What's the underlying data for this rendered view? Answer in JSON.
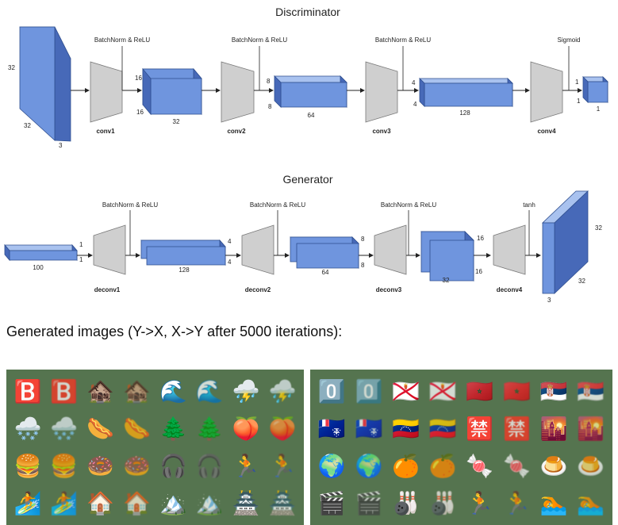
{
  "discriminator": {
    "title": "Discriminator",
    "input_dims": [
      "32",
      "32",
      "3"
    ],
    "layers": [
      {
        "op": "BatchNorm & ReLU",
        "name": "conv1",
        "out_dims": [
          "16",
          "16",
          "32"
        ]
      },
      {
        "op": "BatchNorm & ReLU",
        "name": "conv2",
        "out_dims": [
          "8",
          "8",
          "64"
        ]
      },
      {
        "op": "BatchNorm & ReLU",
        "name": "conv3",
        "out_dims": [
          "4",
          "4",
          "128"
        ]
      },
      {
        "op": "Sigmoid",
        "name": "conv4",
        "out_dims": [
          "1",
          "1",
          "1"
        ]
      }
    ]
  },
  "generator": {
    "title": "Generator",
    "input_dims": [
      "1",
      "1",
      "100"
    ],
    "layers": [
      {
        "op": "BatchNorm & ReLU",
        "name": "deconv1",
        "out_dims": [
          "4",
          "4",
          "128"
        ]
      },
      {
        "op": "BatchNorm & ReLU",
        "name": "deconv2",
        "out_dims": [
          "8",
          "8",
          "64"
        ]
      },
      {
        "op": "BatchNorm & ReLU",
        "name": "deconv3",
        "out_dims": [
          "16",
          "16",
          "32"
        ]
      },
      {
        "op": "tanh",
        "name": "deconv4",
        "out_dims": [
          "32",
          "32",
          "3"
        ]
      }
    ]
  },
  "caption": "Generated images (Y->X, X->Y after 5000 iterations):",
  "colors": {
    "block_front": "#6f95de",
    "block_top": "#a9c2ef",
    "block_side": "#4769b8",
    "trapezoid": "#cfcfcf",
    "grid_bg": "#55744f"
  },
  "image_grids": {
    "left": [
      "🅱️",
      "🅱️",
      "🏚️",
      "🏚️",
      "🌊",
      "🌊",
      "⛈️",
      "⛈️",
      "🌨️",
      "🌨️",
      "🌭",
      "🌭",
      "🌲",
      "🌲",
      "🍑",
      "🍑",
      "🍔",
      "🍔",
      "🍩",
      "🍩",
      "🎧",
      "🎧",
      "🏃",
      "🏃",
      "🏄",
      "🏄",
      "🏠",
      "🏠",
      "🏔️",
      "🏔️",
      "🏯",
      "🏯"
    ],
    "right": [
      "0️⃣",
      "0️⃣",
      "🇯🇪",
      "🇯🇪",
      "🇲🇦",
      "🇲🇦",
      "🇷🇸",
      "🇷🇸",
      "🇹🇫",
      "🇹🇫",
      "🇻🇪",
      "🇻🇪",
      "🈲",
      "🈲",
      "🌇",
      "🌇",
      "🌍",
      "🌍",
      "🍊",
      "🍊",
      "🍬",
      "🍬",
      "🍮",
      "🍮",
      "🎬",
      "🎬",
      "🎳",
      "🎳",
      "🏃",
      "🏃",
      "🏊",
      "🏊"
    ]
  }
}
